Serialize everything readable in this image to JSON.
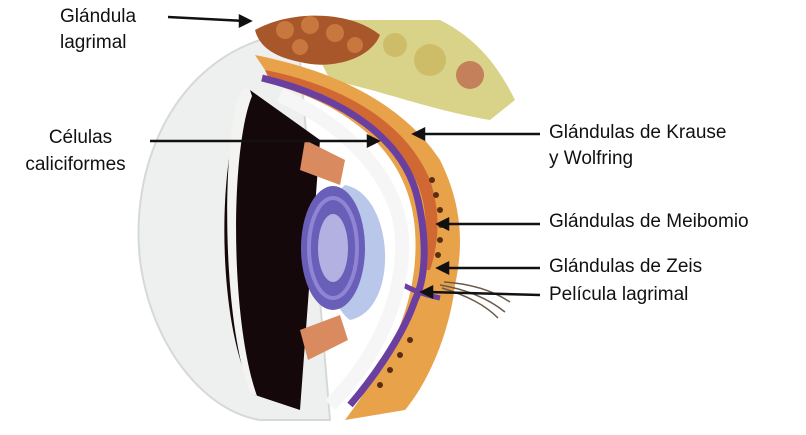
{
  "labels": {
    "glandula_lagrimal_1": "Glándula",
    "glandula_lagrimal_2": "lagrimal",
    "celulas_1": "Células",
    "celulas_2": "caliciformes",
    "krause_1": "Glándulas de Krause",
    "krause_2": "y Wolfring",
    "meibomio": "Glándulas de Meibomio",
    "zeis": "Glándulas de Zeis",
    "pelicula": "Película lagrimal"
  },
  "colors": {
    "sclera": "#eef0ef",
    "choroid": "#14080a",
    "iris": "#6a5fb8",
    "lens": "#b9c7ea",
    "conjunctiva": "#6b3fa0",
    "eyelid": "#e8a24a",
    "gland": "#b86a2e",
    "fat": "#d9d38a"
  }
}
